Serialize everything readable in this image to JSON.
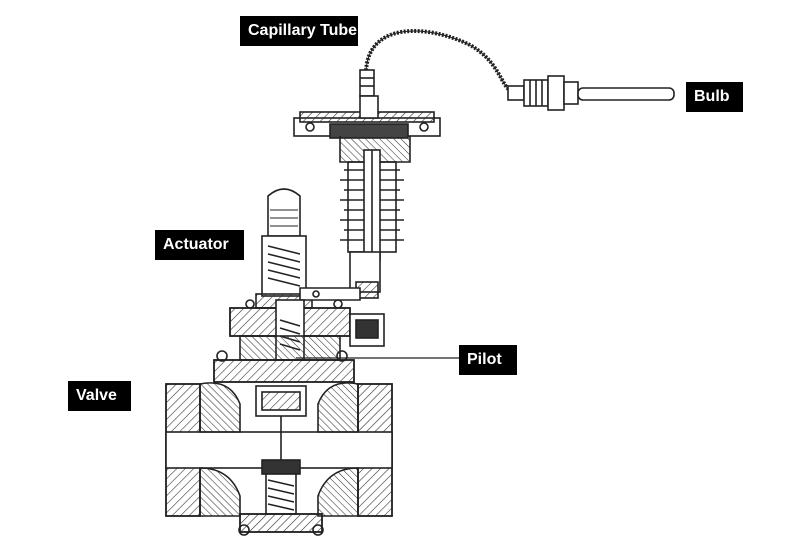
{
  "labels": {
    "capillary_tube": "Capillary Tube",
    "bulb": "Bulb",
    "actuator": "Actuator",
    "pilot": "Pilot",
    "valve": "Valve"
  },
  "colors": {
    "label_background": "#000000",
    "label_text": "#ffffff",
    "line_art": "#222222"
  }
}
